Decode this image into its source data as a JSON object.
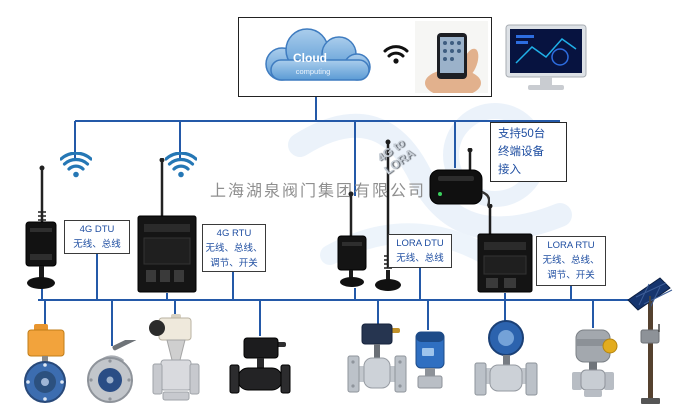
{
  "colors": {
    "connector": "#2459a8",
    "label_text": "#1f4ea1",
    "label_border": "#3a3a3a",
    "cloud_fill": "#5b9bd5",
    "watermark_text": "#8f8f8f",
    "device_body": "#151515"
  },
  "watermark": {
    "company": "上海湖泉阀门集团有限公司"
  },
  "cloud": {
    "title": "Cloud",
    "subtitle": "computing"
  },
  "gateway": {
    "label": "4G to LORA"
  },
  "callout": {
    "lines": [
      "支持50台",
      "终端设备",
      "接入"
    ]
  },
  "devices": [
    {
      "name": "4G DTU",
      "lines": [
        "无线、总线"
      ]
    },
    {
      "name": "4G RTU",
      "lines": [
        "无线、总线、",
        "调节、开关"
      ]
    },
    {
      "name": "LORA DTU",
      "lines": [
        "无线、总线"
      ]
    },
    {
      "name": "LORA RTU",
      "lines": [
        "无线、总线、",
        "调节、开关"
      ]
    }
  ],
  "icons": {
    "cloud": "cloud-icon",
    "wifi": "wifi-icon",
    "antenna": "antenna-icon",
    "phone_in_hand": "phone-in-hand-photo",
    "monitor": "monitor-photo",
    "valves": [
      "electric-butterfly-valve",
      "manual-butterfly-valve",
      "electric-gate-valve",
      "black-ball-valve",
      "flanged-ball-valve",
      "blue-electric-actuator-valve",
      "blue-gear-globe-valve",
      "compact-actuator-valve",
      "solar-monitoring-pole"
    ]
  }
}
